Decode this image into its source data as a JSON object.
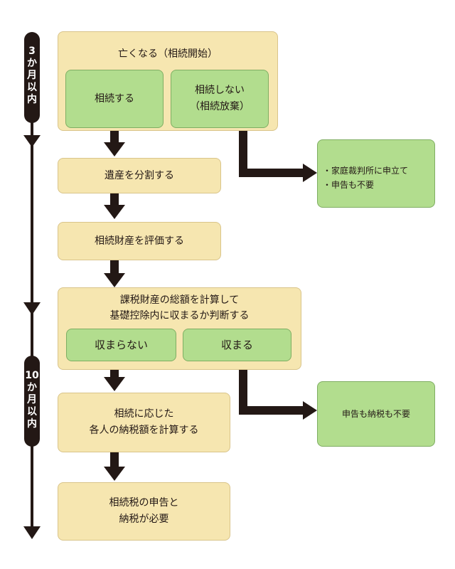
{
  "timeline": {
    "period1": [
      "3",
      "か",
      "月",
      "以",
      "内"
    ],
    "period2": [
      "10",
      "か",
      "月",
      "以",
      "内"
    ]
  },
  "nodes": {
    "death": "亡くなる（相続開始）",
    "inherit": "相続する",
    "renounce_line1": "相続しない",
    "renounce_line2": "（相続放棄）",
    "divide": "遺産を分割する",
    "evaluate": "相続財産を評価する",
    "total_line1": "課税財産の総額を計算して",
    "total_line2": "基礎控除内に収まるか判断する",
    "not_within": "収まらない",
    "within": "収まる",
    "calc_line1": "相続に応じた",
    "calc_line2": "各人の納税額を計算する",
    "final_line1": "相続税の申告と",
    "final_line2": "納税が必要"
  },
  "notes": {
    "renounce_note1": "・家庭裁判所に申立て",
    "renounce_note2": "・申告も不要",
    "within_note": "申告も納税も不要"
  },
  "colors": {
    "cream": "#f6e6b0",
    "green": "#b2dd8e",
    "dark": "#231815"
  }
}
